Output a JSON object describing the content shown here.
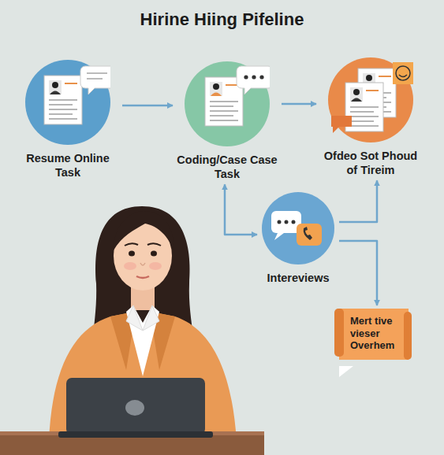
{
  "diagram": {
    "title": "Hirine Hiing Pifeline",
    "nodes": [
      {
        "text": [
          "Resume Online Task"
        ]
      },
      {
        "text": [
          "Coding/Case Case Task"
        ]
      },
      {
        "text": [
          "Ofdeo Sot Phoud of Tireim"
        ]
      },
      {
        "text": [
          "Intereviews"
        ]
      },
      {
        "text": [
          "Mert tive vieser Overhem"
        ]
      }
    ],
    "edges": [
      {
        "from": 0,
        "to": 1,
        "arrow": "to"
      },
      {
        "from": 1,
        "to": 2,
        "arrow": "to"
      },
      {
        "from": 1,
        "to": 3,
        "arrow": "both"
      },
      {
        "from": 3,
        "to": 2,
        "arrow": "to"
      },
      {
        "from": 3,
        "to": 4,
        "arrow": "to"
      }
    ]
  }
}
